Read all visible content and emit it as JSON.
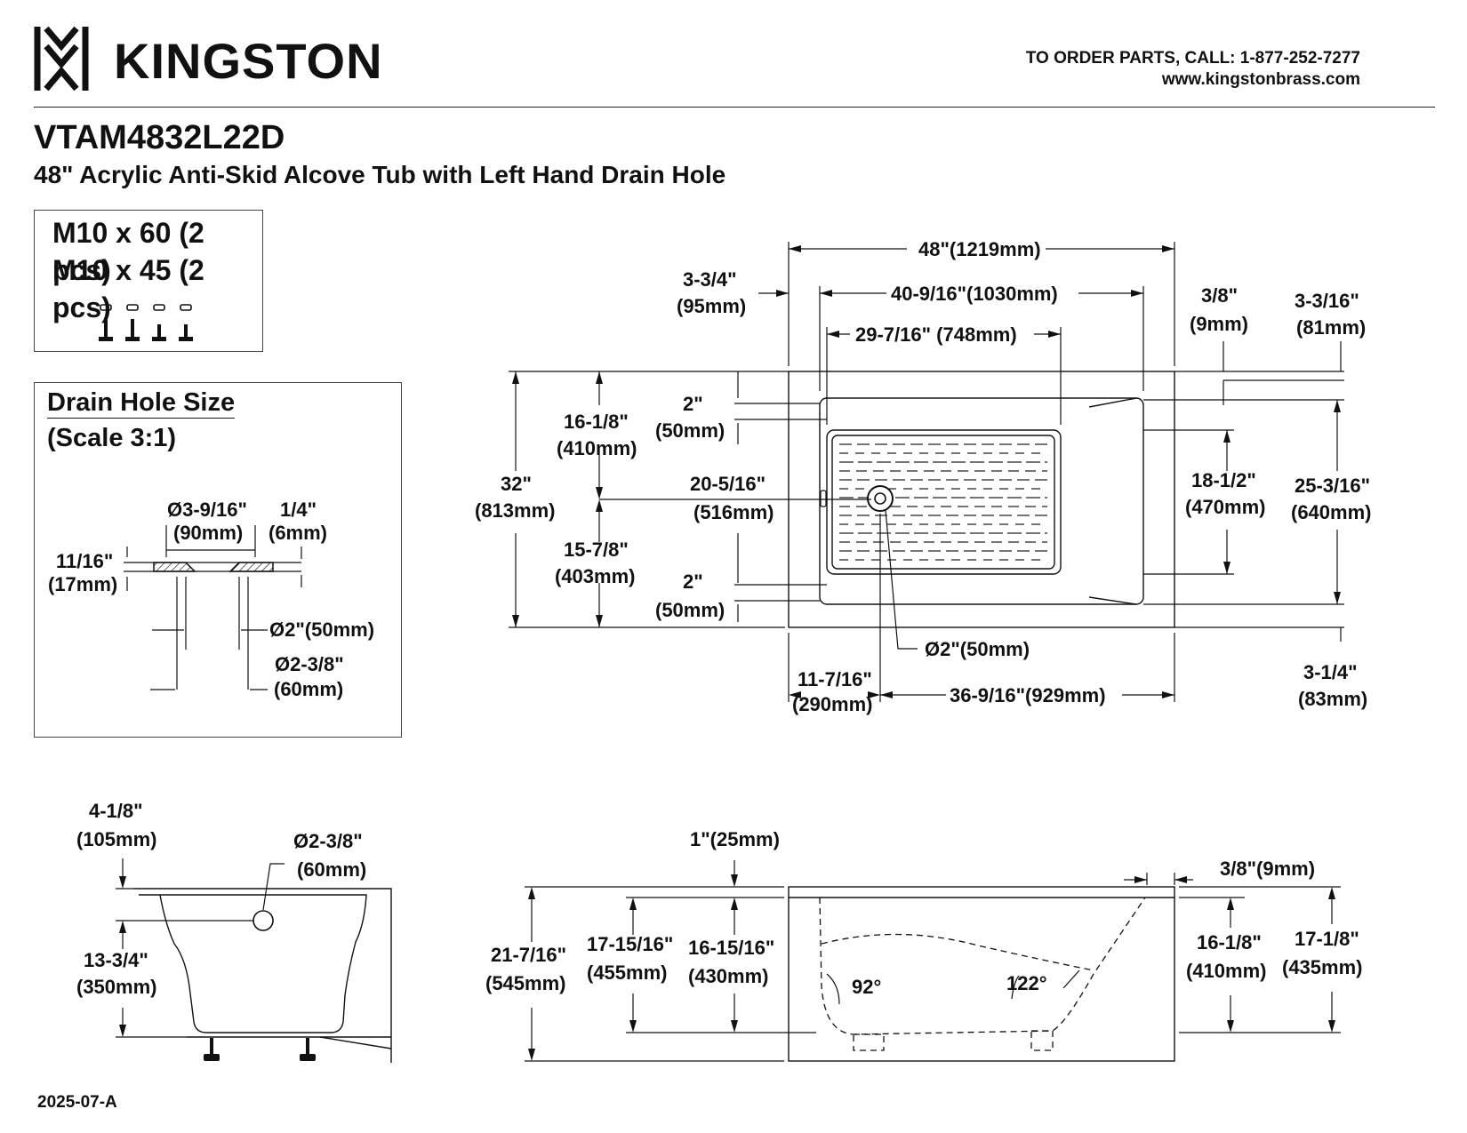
{
  "header": {
    "brand": "KINGSTON",
    "order_parts": "TO ORDER PARTS, CALL: 1-877-252-7277",
    "website": "www.kingstonbrass.com"
  },
  "product": {
    "model": "VTAM4832L22D",
    "description": "48\" Acrylic Anti-Skid Alcove Tub with Left Hand Drain Hole"
  },
  "hardware": {
    "lines": [
      "M10 x 60 (2 pcs)",
      "M10 x 45 (2 pcs)"
    ]
  },
  "drain_hole": {
    "title": "Drain Hole Size",
    "scale": "(Scale 3:1)",
    "dims": {
      "outer_dia": [
        "Ø3-9/16\"",
        "(90mm)"
      ],
      "thickness": [
        "1/4\"",
        "(6mm)"
      ],
      "height": [
        "11/16\"",
        "(17mm)"
      ],
      "inner_dia": "Ø2\"(50mm)",
      "pipe_dia": [
        "Ø2-3/8\"",
        "(60mm)"
      ]
    }
  },
  "top_view": {
    "overall_length": "48\"(1219mm)",
    "inner_length": "40-9/16\"(1030mm)",
    "basin_length": "29-7/16\" (748mm)",
    "left_flange": [
      "3-3/4\"",
      "(95mm)"
    ],
    "top_flange": [
      "3/8\"",
      "(9mm)"
    ],
    "back_offset": [
      "3-3/16\"",
      "(81mm)"
    ],
    "overall_width": [
      "32\"",
      "(813mm)"
    ],
    "back_to_drain": [
      "16-1/8\"",
      "(410mm)"
    ],
    "front_to_drain": [
      "15-7/8\"",
      "(403mm)"
    ],
    "rim_top": [
      "2\"",
      "(50mm)"
    ],
    "rim_bottom": [
      "2\"",
      "(50mm)"
    ],
    "inner_width": [
      "20-5/16\"",
      "(516mm)"
    ],
    "basin_width": [
      "18-1/2\"",
      "(470mm)"
    ],
    "deck_width": [
      "25-3/16\"",
      "(640mm)"
    ],
    "front_offset": [
      "3-1/4\"",
      "(83mm)"
    ],
    "drain_dia": "Ø2\"(50mm)",
    "drain_from_left": [
      "11-7/16\"",
      "(290mm)"
    ],
    "drain_to_right": "36-9/16\"(929mm)"
  },
  "end_view": {
    "overflow_top": [
      "4-1/8\"",
      "(105mm)"
    ],
    "overflow_dia": [
      "Ø2-3/8\"",
      "(60mm)"
    ],
    "overflow_height": [
      "13-3/4\"",
      "(350mm)"
    ]
  },
  "side_view": {
    "rim": "1\"(25mm)",
    "lip": "3/8\"(9mm)",
    "total_height": [
      "21-7/16\"",
      "(545mm)"
    ],
    "inner_height": [
      "17-15/16\"",
      "(455mm)"
    ],
    "water_depth": [
      "16-15/16\"",
      "(430mm)"
    ],
    "front_depth": [
      "16-1/8\"",
      "(410mm)"
    ],
    "front_height": [
      "17-1/8\"",
      "(435mm)"
    ],
    "angle_left": "92°",
    "angle_right": "122°"
  },
  "footer": {
    "revision": "2025-07-A"
  }
}
